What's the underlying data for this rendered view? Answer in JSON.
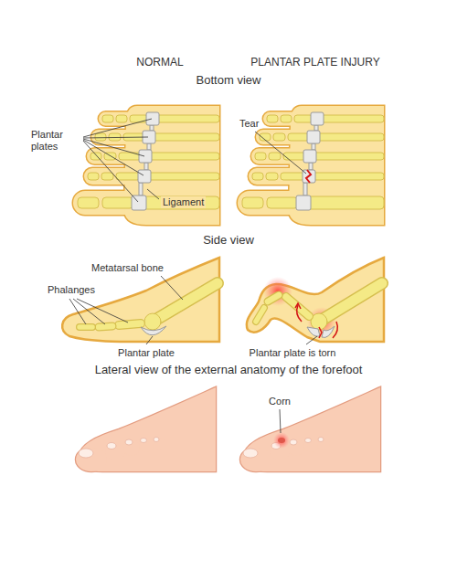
{
  "diagram": {
    "labels": [
      "NORMAL",
      "PLANTAR PLATE INJURY",
      "Bottom view",
      "Plantar plates",
      "Tear",
      "Ligament",
      "Side view",
      "Metatarsal bone",
      "Phalanges",
      "Plantar plate",
      "Plantar plate is torn",
      "Lateral view of the external anatomy of the forefoot",
      "Corn"
    ]
  }
}
